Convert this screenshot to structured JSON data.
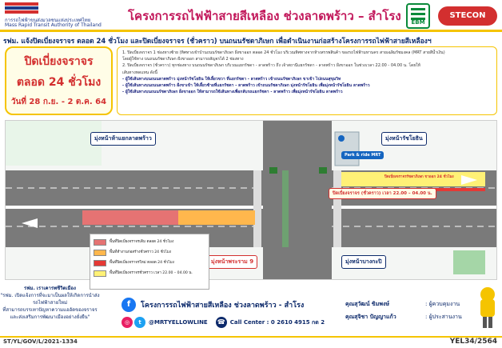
{
  "header": {
    "title": "โครงการรถไฟฟ้าสายสีเหลือง ช่วงลาดพร้าว – สำโรง",
    "mrta_th": "การรถไฟฟ้าขนส่งมวลชนแห่งประเทศไทย",
    "mrta_en": "Mass Rapid Transit Authority of Thailand",
    "partner1": "EBM",
    "partner2": "STECON",
    "brand_color": "#c2185b",
    "accent_color": "#f5c400"
  },
  "subheading": "รฟม. แจ้งปิดเบี่ยงจราจร ตลอด 24 ชั่วโมง และปิดเบี่ยงจราจร (ชั่วคราว) บนถนนรัชดาภิเษก เพื่อดำเนินงานก่อสร้างโครงการรถไฟฟ้าสายสีเหลืองฯ",
  "closure": {
    "line1": "ปิดเบี่ยงจราจร",
    "line2": "ตลอด 24 ชั่วโมง",
    "dates": "วันที่ 28 ก.ย. - 2 ต.ค. 64"
  },
  "notes": {
    "p1": "1. ปิดเบี่ยงจราจร 1 ช่องทางซ้าย (ทิศทางเข้าบ้านถนนรัชดาภิเษก ฝั่งขาออก ตลอด 24 ชั่วโมง บริเวณทิศทางจากห้างสรรพสินค้า ของรถไฟฟ้ามหานคร สายเฉลิมรัชมงคล (MRT สายสีน้ำเงิน)",
    "p1b": "โดยผู้ใช้ทาง บนถนนรัชดาภิเษก ฝั่งขาออก สามารถสัญจรได้ 2 ช่องทาง",
    "p2": "2. ปิดเบี่ยงจราจร (ชั่วคราว) ทุกช่องทาง บนถนนรัชดาภิเษก บริเวณแยกรัชดา - ลาดพร้าว ถึง   เจ้าสถานีแยกรัชดา - ลาดพร้าว ฝั่งขาออก ในช่วงเวลา 22.00 - 04.00 น. โดยให้",
    "p2b": "เส้นทางทดแทน ดังนี้",
    "r1": "- ผู้ใช้เส้นทางบนถนนลาดพร้าว มุ่งหน้ารัชโยธิน ให้เลี้ยวขวา ที่แยกรัชดา - ลาดพร้าว เข้าถนนรัชดาภิเษก ขาเข้า ไปถนนสุขุมวิท",
    "r2": "- ผู้ใช้เส้นทางบนถนนลาดพร้าว ฝั่งขาเข้า ให้เลี้ยวซ้ายที่แยกรัชดา - ลาดพร้าว เข้าถนนรัชดาภิเษก มุ่งหน้ารัชโยธิน เพื่อมุ่งหน้ารัชโยธิน ลาดพร้าว",
    "r3": "- ผู้ใช้เส้นทางบนถนนรัชดาภิเษก ฝั่งขาออก ให้สามารถใช้เส้นทางเพื่อกลับรถแยกรัชดา - ลาดพร้าว เพื่อมุ่งหน้ารัชโยธิน ลาดพร้าว"
  },
  "map": {
    "label_top_left": "มุ่งหน้าห้าแยกลาดพร้าว",
    "label_top_right": "มุ่งหน้ารัชโยธิน",
    "label_bottom_left": "มุ่งหน้าพระราม 9",
    "label_bottom_right": "มุ่งหน้าบางกะปิ",
    "park_ride": "Park & ride MRT",
    "closure_banner": "ปิดเบี่ยงจราจร (ชั่วคราว) เวลา 22.00 – 04.00 น.",
    "banner_small": "ปิดเบี่ยงจราจรรัชดาภิเษก ขาออก 24 ชั่วโมง"
  },
  "legend": {
    "items": [
      {
        "label": "พื้นที่ปิดเบี่ยงจราจรเดิม ตลอด 24 ชั่วโมง",
        "color": "#e57373"
      },
      {
        "label": "พื้นที่ทำงานก่อสร้างชั่วคราว 24 ชั่วโมง",
        "color": "#ffb74d"
      },
      {
        "label": "พื้นที่ปิดเบี่ยงจราจรใหม่ ตลอด 24 ชั่วโมง",
        "color": "#e53935"
      },
      {
        "label": "พื้นที่ปิดเบี่ยงจราจรชั่วคราว เวลา 22.00 – 04.00 น.",
        "color": "#fff176"
      }
    ]
  },
  "footer": {
    "slogan_l1": "รฟม. เราเคารพชีวิตเมือง",
    "slogan_l2": "\"รฟม. เปิดแจ้งการที่จะมาเป็นผลให้เกิดการนำส่งรถไฟฟ้าสายใหม่",
    "slogan_l3": "ที่สามารถบรรเทาปัญหาความแออัดของจราจร",
    "slogan_l4": "และส่งเสริมการพัฒนาเมืองอย่างยั่งยืน\"",
    "facebook": "โครงการรถไฟฟ้าสายสีเหลือง ช่วงลาดพร้าว - สำโรง",
    "social": "@MRTYELLOWLINE",
    "call_center": "Call Center : 0 2610 4915 กด 2",
    "contact1_name": "คุณสุวัฒน์ ขิมพงษ์",
    "contact1_role": ": ผู้ควบคุมงาน",
    "contact2_name": "คุณสุจิชา ปัญญาแก้ว",
    "contact2_role": ": ผู้ประสานงาน",
    "code_left": "ST/YL/GOV/L/2021-1334",
    "code_right": "YEL34/2564"
  }
}
